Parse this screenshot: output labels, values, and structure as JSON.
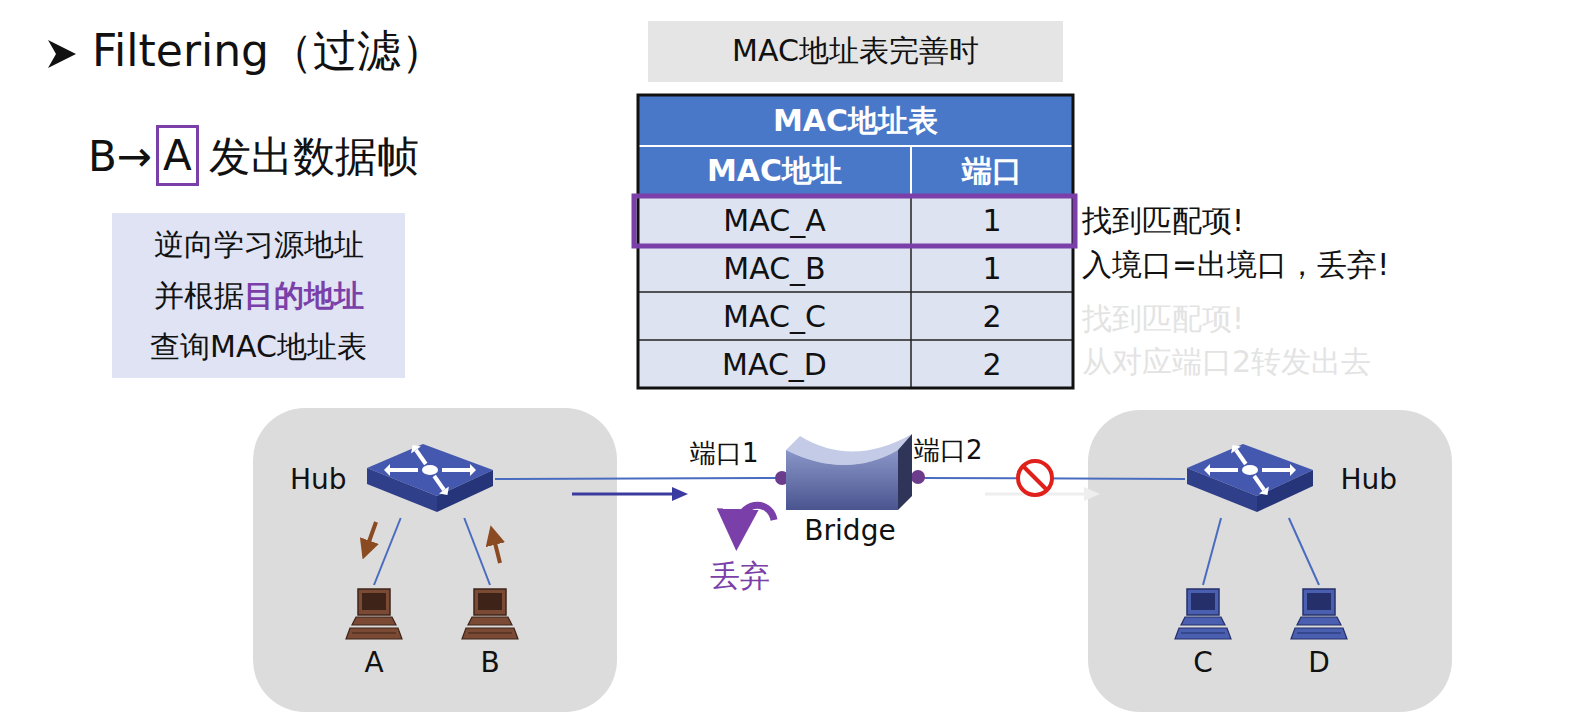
{
  "diagram": {
    "title": "Filtering（过滤）",
    "nodes": [
      {
        "text": [
          "逆向学习源地址",
          "并根据",
          "目的地址",
          "查询MAC地址表"
        ]
      },
      {
        "text": [
          "MAC地址表完善时"
        ]
      },
      {
        "text": [
          "Hub"
        ]
      },
      {
        "text": [
          "A"
        ]
      },
      {
        "text": [
          "B"
        ]
      },
      {
        "text": [
          "Bridge"
        ]
      },
      {
        "text": [
          "Hub"
        ]
      },
      {
        "text": [
          "C"
        ]
      },
      {
        "text": [
          "D"
        ]
      }
    ],
    "edges": [
      {
        "from": 3,
        "to": 2,
        "arrow": "none"
      },
      {
        "from": 4,
        "to": 2,
        "arrow": "none"
      },
      {
        "from": 2,
        "to": 5,
        "arrow": "none"
      },
      {
        "from": 5,
        "to": 6,
        "arrow": "none"
      },
      {
        "from": 6,
        "to": 7,
        "arrow": "none"
      },
      {
        "from": 6,
        "to": 8,
        "arrow": "none"
      }
    ],
    "labels": [
      "B→",
      "A",
      "发出数据帧",
      "MAC地址表",
      "MAC地址",
      "端口",
      "MAC_A",
      "1",
      "MAC_B",
      "1",
      "MAC_C",
      "2",
      "MAC_D",
      "2",
      "找到匹配项!",
      "入境口=出境口，丢弃!",
      "找到匹配项!",
      "从对应端口2转发出去",
      "端口1",
      "端口2",
      "丢弃"
    ]
  }
}
